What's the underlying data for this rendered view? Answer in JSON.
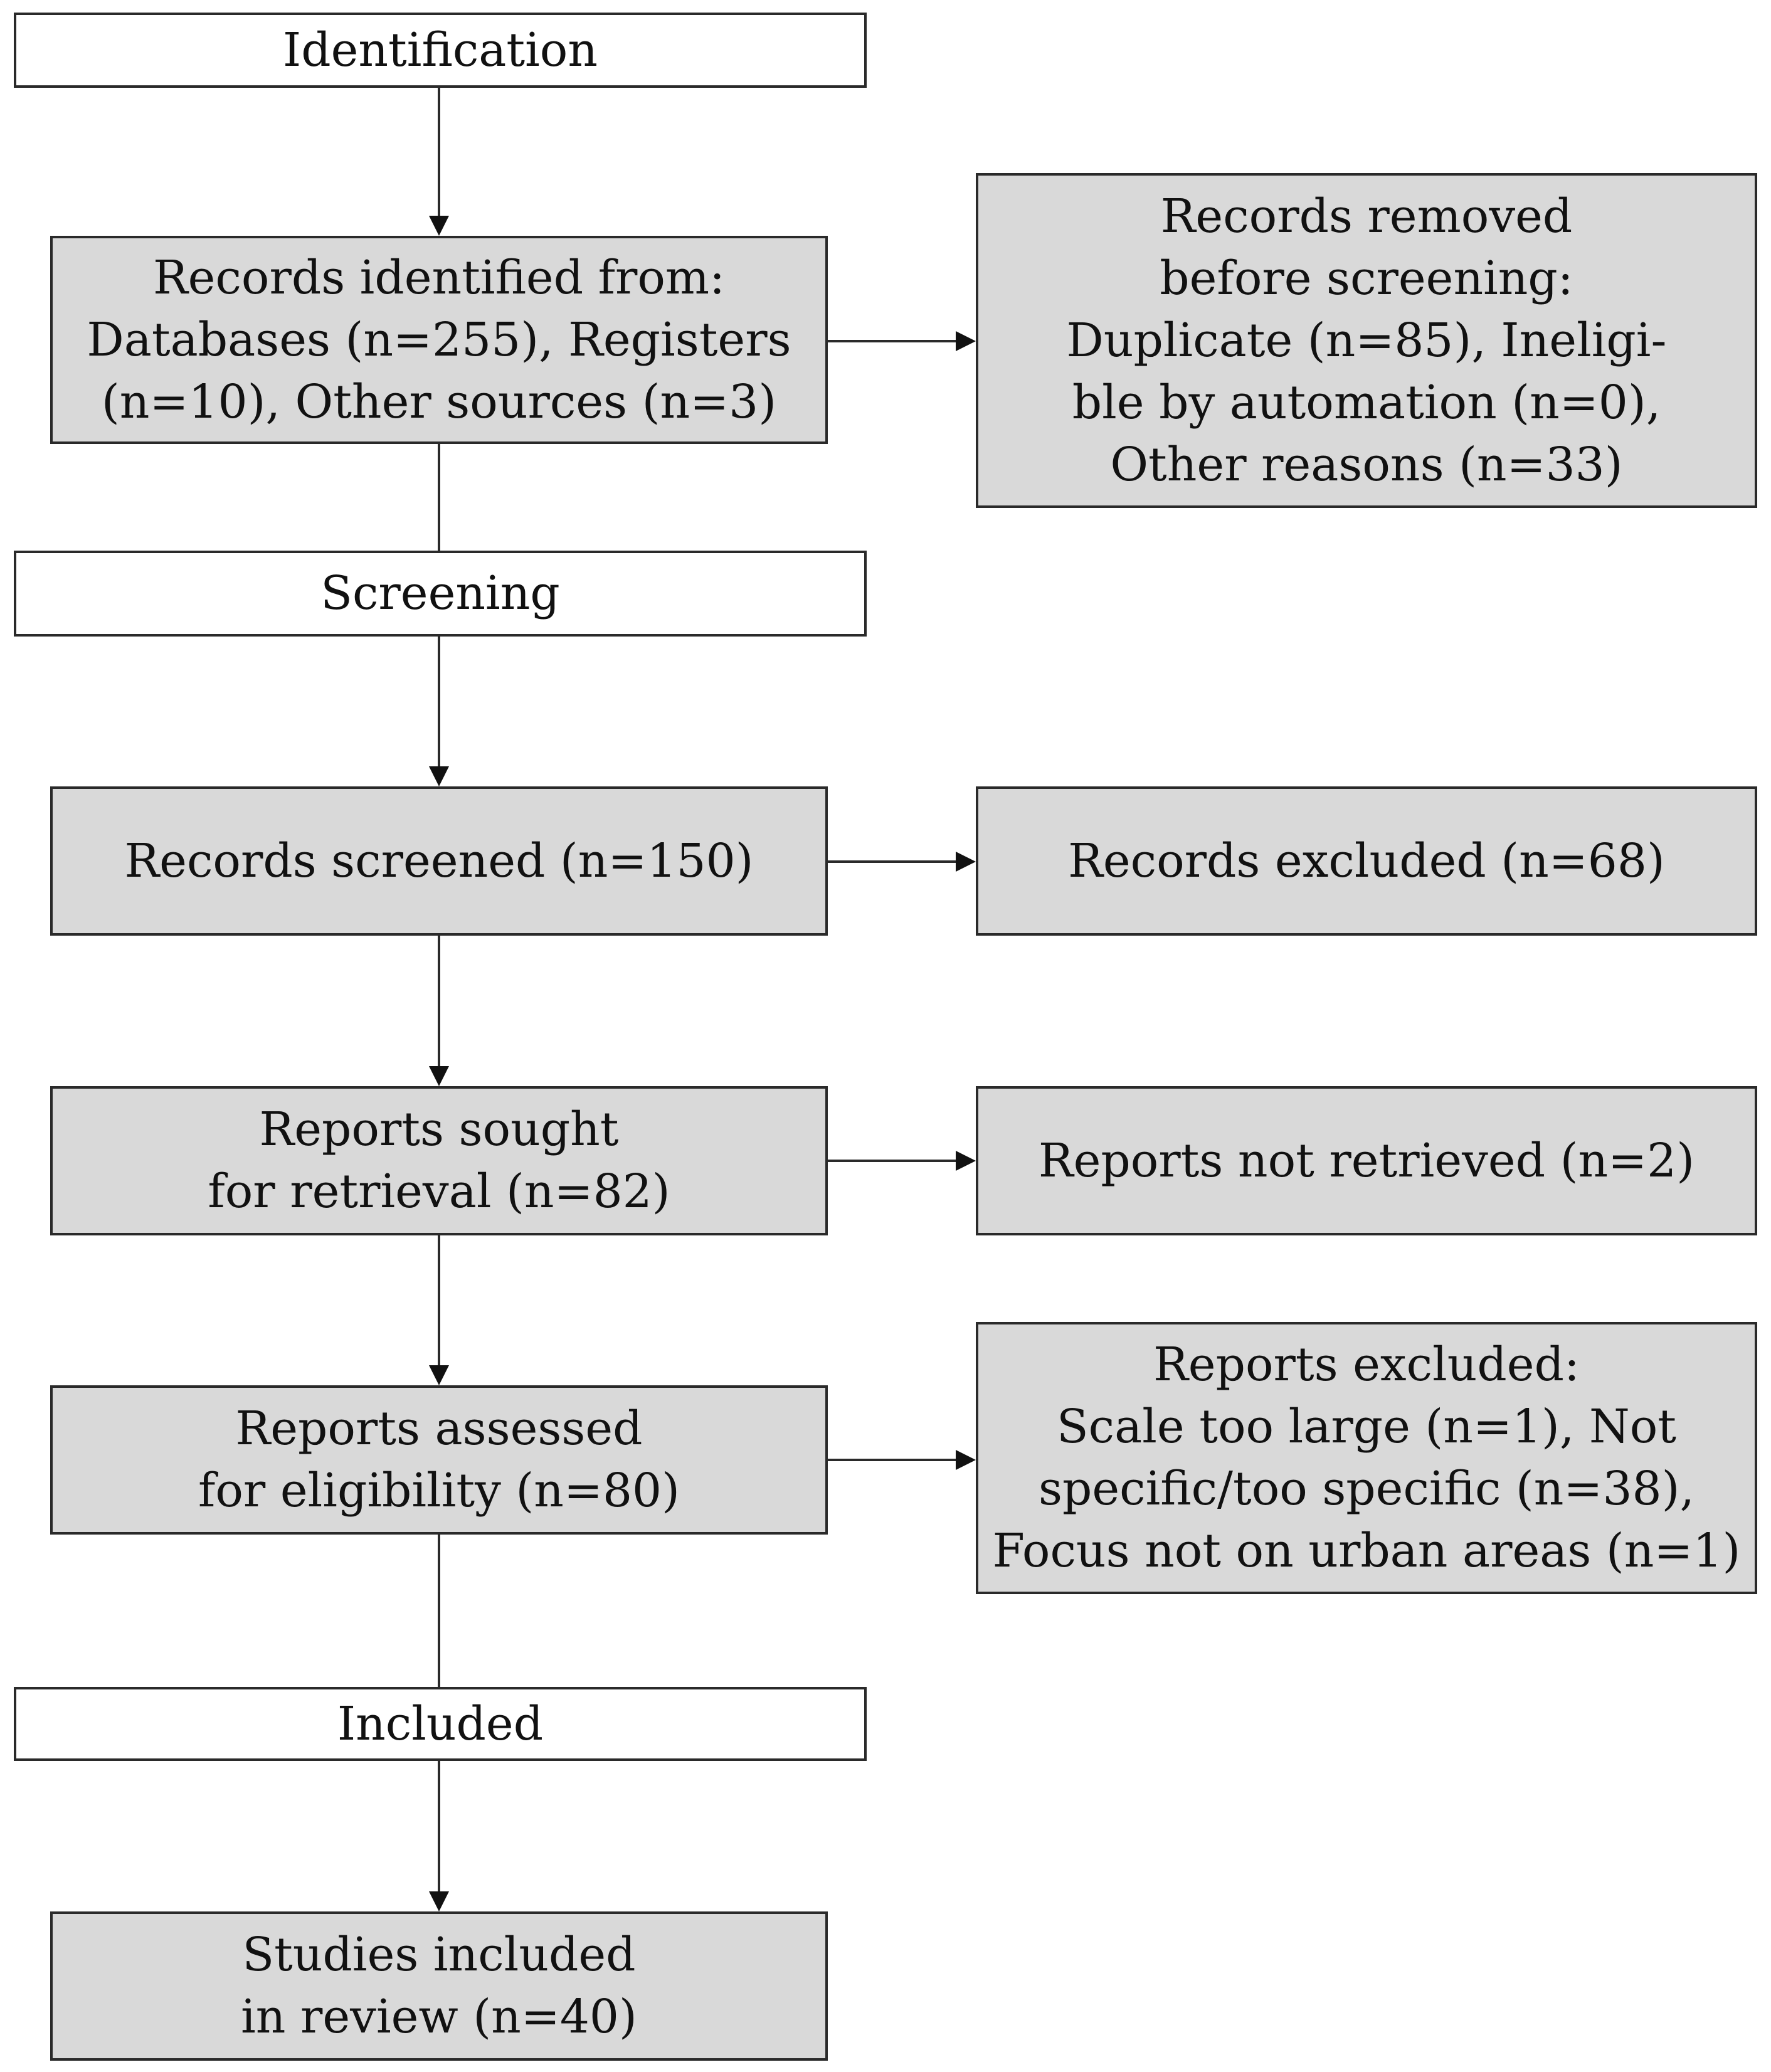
{
  "stages": {
    "identification": "Identification",
    "screening": "Screening",
    "included": "Included"
  },
  "boxes": {
    "identified": [
      "Records identified from:",
      "Databases (n=255), Registers",
      "(n=10), Other sources (n=3)"
    ],
    "removed": [
      "Records removed",
      "before screening:",
      "Duplicate (n=85), Ineligi-",
      "ble by automation (n=0),",
      "Other reasons (n=33)"
    ],
    "screened": [
      "Records screened (n=150)"
    ],
    "excluded": [
      "Records excluded (n=68)"
    ],
    "sought": [
      "Reports sought",
      "for retrieval (n=82)"
    ],
    "not_retrieved": [
      "Reports not retrieved (n=2)"
    ],
    "assessed": [
      "Reports assessed",
      "for eligibility (n=80)"
    ],
    "reports_excluded": [
      "Reports excluded:",
      "Scale too large (n=1), Not",
      "specific/too specific (n=38),",
      "Focus not on urban areas (n=1)"
    ],
    "included_studies": [
      "Studies included",
      "in review (n=40)"
    ]
  }
}
